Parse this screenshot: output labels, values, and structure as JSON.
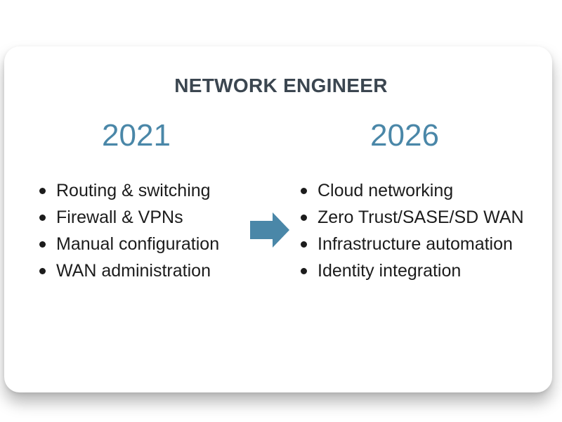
{
  "title": "NETWORK ENGINEER",
  "left": {
    "year": "2021",
    "items": [
      "Routing & switching",
      "Firewall & VPNs",
      "Manual configuration",
      "WAN administration"
    ]
  },
  "right": {
    "year": "2026",
    "items": [
      "Cloud networking",
      "Zero Trust/SASE/SD WAN",
      "Infrastructure automation",
      "Identity integration"
    ]
  },
  "arrow": {
    "icon": "arrow-right-icon",
    "color": "#4a87a8"
  },
  "colors": {
    "title": "#3b4650",
    "year": "#4a87a8",
    "text": "#1c1c1c"
  }
}
